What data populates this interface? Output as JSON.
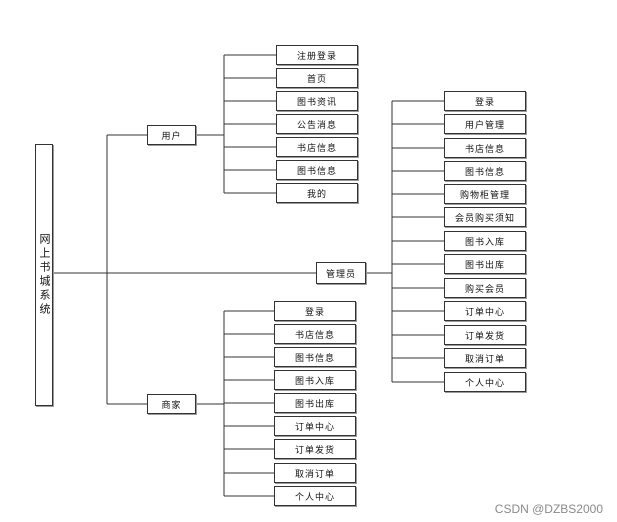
{
  "root": {
    "label": "网上书城系统"
  },
  "branches": {
    "user": {
      "label": "用户",
      "items": [
        "注册登录",
        "首页",
        "图书资讯",
        "公告消息",
        "书店信息",
        "图书信息",
        "我的"
      ]
    },
    "admin": {
      "label": "管理员",
      "items": [
        "登录",
        "用户管理",
        "书店信息",
        "图书信息",
        "购物柜管理",
        "会员购买须知",
        "图书入库",
        "图书出库",
        "购买会员",
        "订单中心",
        "订单发货",
        "取消订单",
        "个人中心"
      ]
    },
    "merchant": {
      "label": "商家",
      "items": [
        "登录",
        "书店信息",
        "图书信息",
        "图书入库",
        "图书出库",
        "订单中心",
        "订单发货",
        "取消订单",
        "个人中心"
      ]
    }
  },
  "watermark": "CSDN @DZBS2000"
}
